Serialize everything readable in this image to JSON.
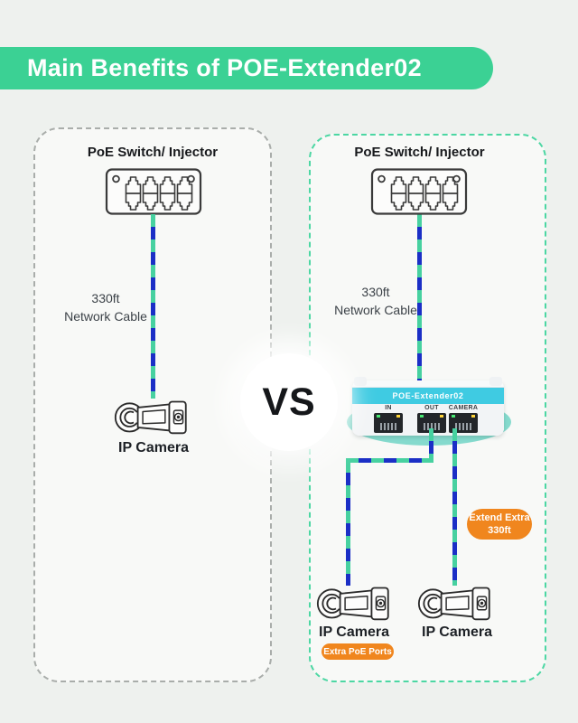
{
  "header": {
    "title": "Main Benefits of POE-Extender02"
  },
  "colors": {
    "banner_green": "#3bd194",
    "panel_border_gray": "#a9adaa",
    "panel_border_green": "#4cd7a3",
    "cable_green": "#47d1a0",
    "cable_blue": "#1b2fc6",
    "badge_orange": "#f0861e",
    "extender_cyan": "#3fcbe2"
  },
  "vs": {
    "label": "VS"
  },
  "left_panel": {
    "device_label": "PoE Switch/ Injector",
    "cable_label_line1": "330ft",
    "cable_label_line2": "Network Cable",
    "camera_label": "IP Camera"
  },
  "right_panel": {
    "device_label": "PoE Switch/ Injector",
    "cable_label_line1": "330ft",
    "cable_label_line2": "Network Cable",
    "extender": {
      "name": "POE-Extender02",
      "ports": [
        "IN",
        "OUT",
        "CAMERA"
      ]
    },
    "badge_extend_line1": "Extend Extra",
    "badge_extend_line2": "330ft",
    "camera1_label": "IP Camera",
    "camera2_label": "IP Camera",
    "badge_ports": "Extra PoE Ports"
  }
}
